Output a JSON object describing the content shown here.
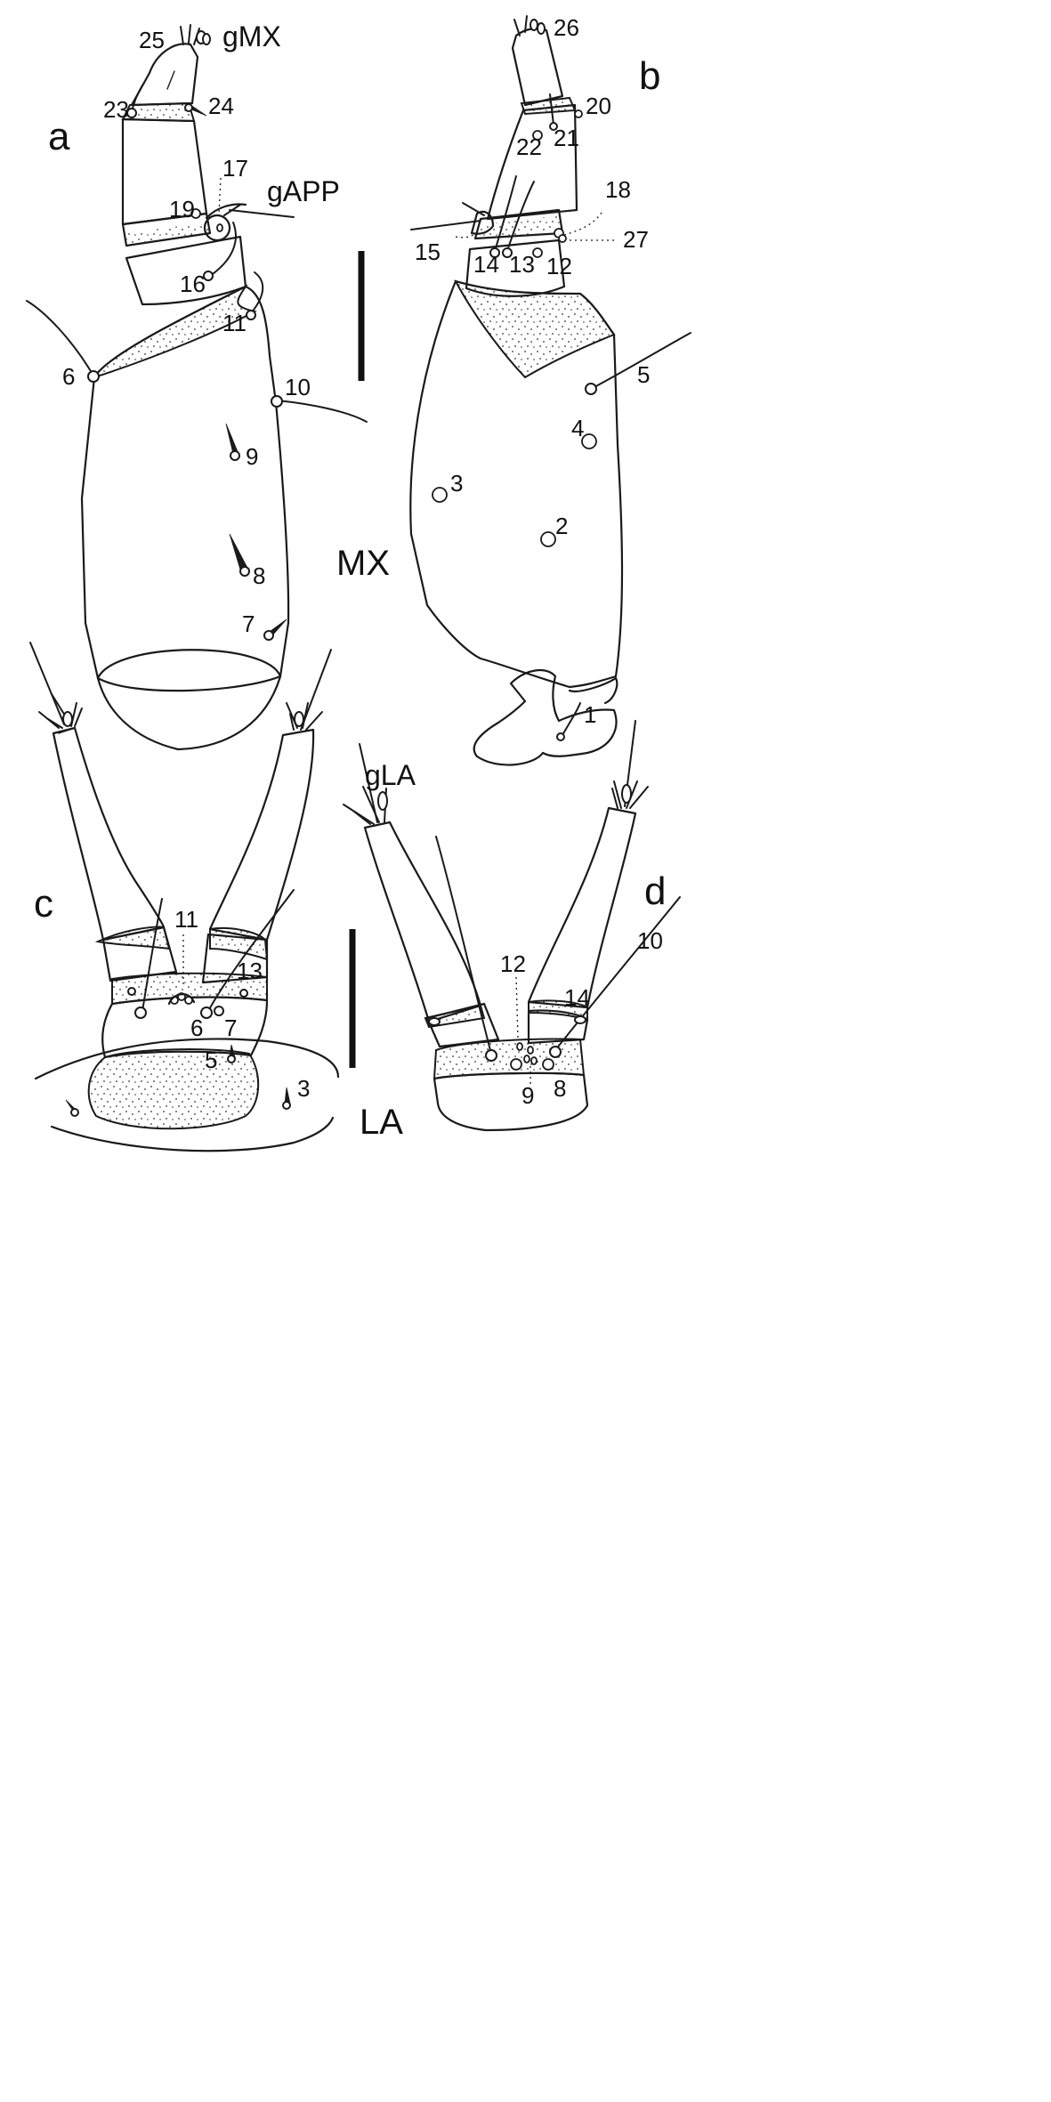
{
  "panels": {
    "a": "a",
    "b": "b",
    "c": "c",
    "d": "d"
  },
  "structures": {
    "maxilla": "MX",
    "labium": "LA",
    "galea_maxilla": "gMX",
    "galea_appendix": "gAPP",
    "galea_labium": "gLA"
  },
  "setae_labels": {
    "a": [
      "25",
      "23",
      "24",
      "17",
      "19",
      "16",
      "11",
      "6",
      "10",
      "9",
      "8",
      "7"
    ],
    "b": [
      "26",
      "20",
      "21",
      "22",
      "18",
      "15",
      "14",
      "13",
      "12",
      "27",
      "5",
      "4",
      "3",
      "2",
      "1"
    ],
    "c": [
      "11",
      "13",
      "6",
      "7",
      "5",
      "3"
    ],
    "d": [
      "12",
      "14",
      "10",
      "9",
      "8"
    ]
  },
  "scale_bars": [
    "scale-bar-maxilla",
    "scale-bar-labium"
  ]
}
